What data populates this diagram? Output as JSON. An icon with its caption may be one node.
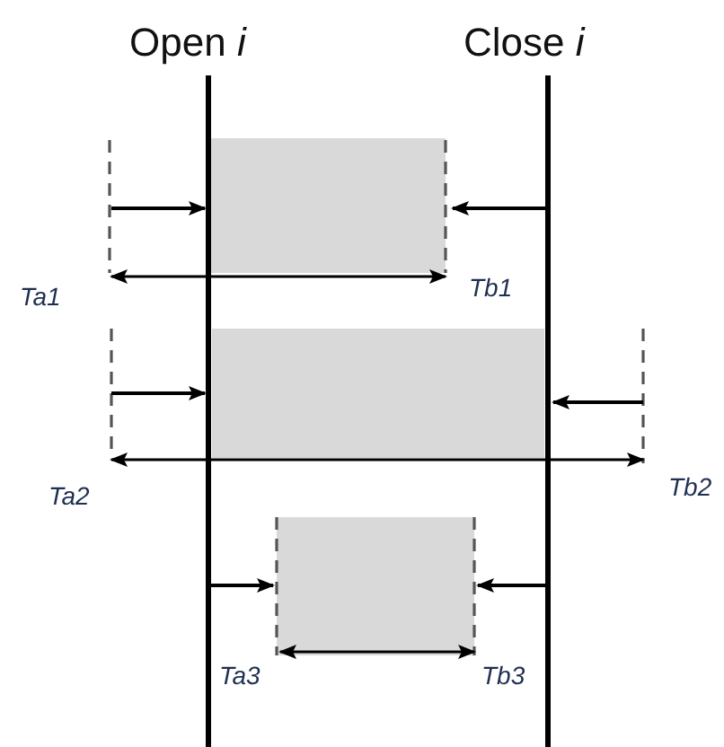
{
  "diagram": {
    "labels": [
      "Open *i*",
      "Close *i*",
      "Ta1",
      "Tb1",
      "Ta2",
      "Tb2",
      "Ta3",
      "Tb3"
    ]
  }
}
